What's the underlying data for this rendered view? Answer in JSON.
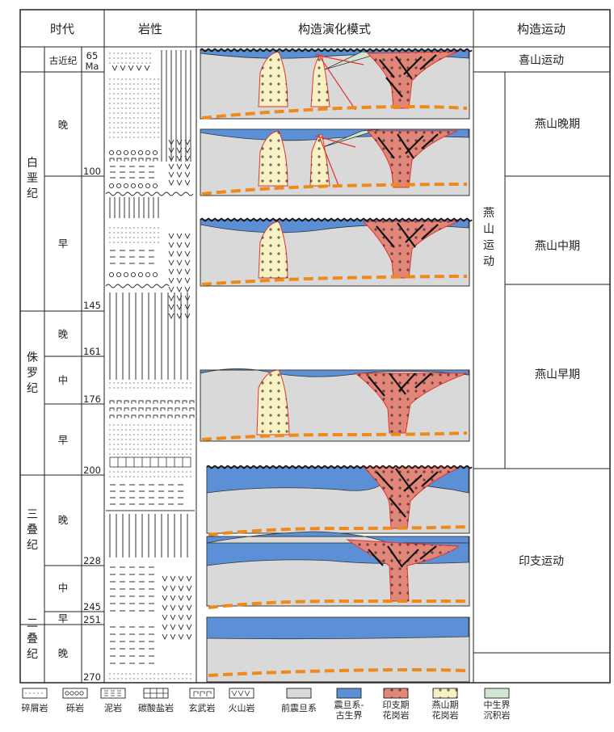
{
  "headers": {
    "era": "时代",
    "lithology": "岩性",
    "model": "构造演化模式",
    "movement": "构造运动"
  },
  "periods": {
    "paleogene": "古近纪",
    "cretaceous": "白垩纪",
    "jurassic": "侏罗纪",
    "triassic": "三叠纪",
    "permian": "二叠纪"
  },
  "epochs": {
    "k_late": "晚",
    "k_early": "早",
    "j_late": "晚",
    "j_middle": "中",
    "j_early": "早",
    "t_late": "晚",
    "t_middle": "中",
    "t_early": "早",
    "p_late": "晚"
  },
  "ages": {
    "a65": "65",
    "ma": "Ma",
    "a100": "100",
    "a145": "145",
    "a161": "161",
    "a176": "176",
    "a200": "200",
    "a228": "228",
    "a245": "245",
    "a251": "251",
    "a270": "270"
  },
  "movements": {
    "himalayan": "喜山运动",
    "yanshan": "燕山运动",
    "yanshan_late": "燕山晚期",
    "yanshan_middle": "燕山中期",
    "yanshan_early": "燕山早期",
    "indosinian": "印支运动"
  },
  "legend": [
    {
      "label": "碎屑岩",
      "pattern": "clastic"
    },
    {
      "label": "砾岩",
      "pattern": "conglomerate"
    },
    {
      "label": "泥岩",
      "pattern": "mudstone"
    },
    {
      "label": "碳酸盐岩",
      "pattern": "carbonate"
    },
    {
      "label": "玄武岩",
      "pattern": "basalt"
    },
    {
      "label": "火山岩",
      "pattern": "volcanic"
    },
    {
      "label": "前震旦系",
      "pattern": "pre-sinian",
      "color": "#d9d9d9"
    },
    {
      "label": "震旦系-",
      "label2": "古生界",
      "pattern": "sinian-paleozoic",
      "color": "#5b8fd6"
    },
    {
      "label": "印支期",
      "label2": "花岗岩",
      "pattern": "indosinian-granite",
      "color": "#e2867a"
    },
    {
      "label": "燕山期",
      "label2": "花岗岩",
      "pattern": "yanshanian-granite",
      "color": "#f7f1c4"
    },
    {
      "label": "中生界",
      "label2": "沉积岩",
      "pattern": "mesozoic-sediment",
      "color": "#cfe6d2"
    }
  ],
  "colors": {
    "pre_sinian": "#d9d9d9",
    "sinian_paleozoic": "#5b8fd6",
    "indosinian_granite": "#e2867a",
    "yanshanian_granite": "#f7f1c4",
    "mesozoic_sediment": "#cfe6d2",
    "basement_line": "#ee8a1c",
    "fault": "#e3342f"
  }
}
